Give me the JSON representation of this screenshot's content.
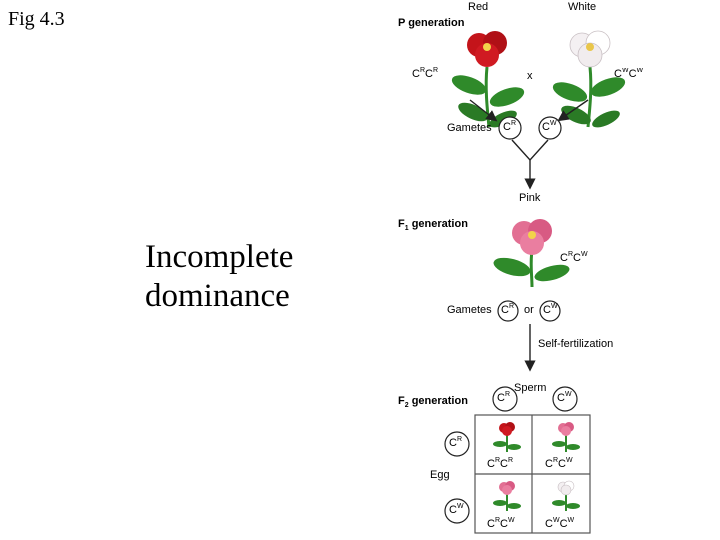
{
  "slide": {
    "fig_label": "Fig 4.3",
    "subject_line1": "Incomplete",
    "subject_line2": "dominance"
  },
  "diagram": {
    "parents": {
      "red_label": "Red",
      "white_label": "White",
      "heading_prefix": "P",
      "heading_suffix": " generation",
      "red_genotype": [
        "C",
        "R",
        "C",
        "R"
      ],
      "white_genotype": [
        "C",
        "W",
        "C",
        "W"
      ],
      "cross_symbol": "x"
    },
    "gametes_label": "Gametes",
    "gamete_r": [
      "C",
      "R"
    ],
    "gamete_w": [
      "C",
      "W"
    ],
    "pink_label": "Pink",
    "f1": {
      "heading_prefix": "F",
      "heading_sub": "1",
      "heading_suffix": " generation",
      "genotype": [
        "C",
        "R",
        "C",
        "W"
      ],
      "gametes_label": "Gametes",
      "or_label": "or",
      "self_fert_label": "Self-fertilization"
    },
    "f2": {
      "heading_prefix": "F",
      "heading_sub": "2",
      "heading_suffix": " generation",
      "sperm_label": "Sperm",
      "egg_label": "Egg",
      "cells": [
        [
          "C",
          "R",
          "C",
          "R"
        ],
        [
          "C",
          "R",
          "C",
          "W"
        ],
        [
          "C",
          "R",
          "C",
          "W"
        ],
        [
          "C",
          "W",
          "C",
          "W"
        ]
      ]
    },
    "colors": {
      "red": "#c4141a",
      "white": "#f4f0f2",
      "pink": "#e26f93",
      "leaf": "#2f8a2a",
      "arrow": "#222222"
    }
  }
}
